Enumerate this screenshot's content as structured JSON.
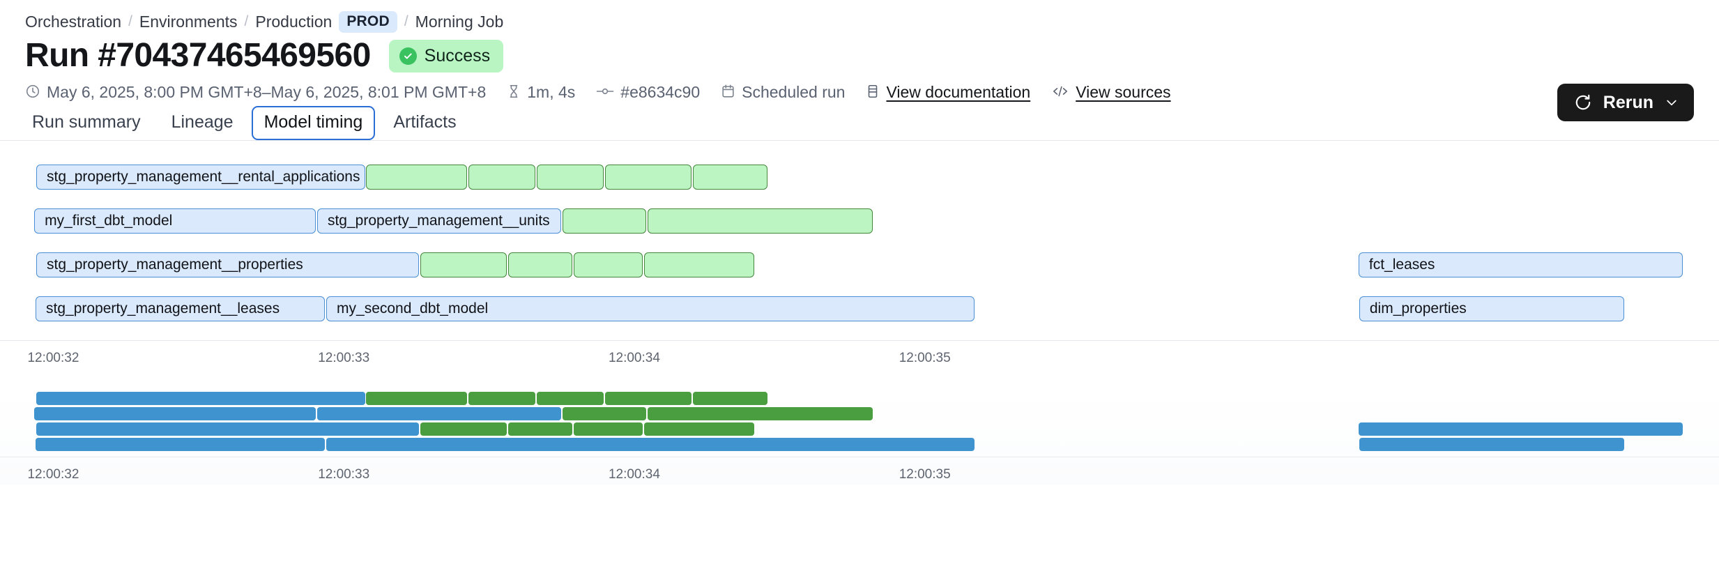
{
  "breadcrumb": {
    "items": [
      {
        "label": "Orchestration",
        "type": "link"
      },
      {
        "label": "Environments",
        "type": "link"
      },
      {
        "label": "Production",
        "type": "link"
      },
      {
        "label": "PROD",
        "type": "tag"
      },
      {
        "label": "Morning Job",
        "type": "link"
      }
    ],
    "separator": "/"
  },
  "header": {
    "title": "Run #70437465469560",
    "status": {
      "label": "Success",
      "color": "#b8f5c3",
      "icon": "check-circle-icon"
    },
    "rerun": {
      "label": "Rerun",
      "icon": "refresh-icon",
      "caret": "chevron-down-icon"
    }
  },
  "meta": {
    "timerange": {
      "icon": "clock-icon",
      "text": "May 6, 2025, 8:00 PM GMT+8–May 6, 2025, 8:01 PM GMT+8"
    },
    "duration": {
      "icon": "hourglass-icon",
      "text": "1m, 4s"
    },
    "commit": {
      "icon": "commit-icon",
      "text": "#e8634c90"
    },
    "trigger": {
      "icon": "calendar-icon",
      "text": "Scheduled run"
    },
    "documentation": {
      "icon": "book-icon",
      "text": "View documentation"
    },
    "sources": {
      "icon": "code-icon",
      "text": "View sources"
    }
  },
  "tabs": [
    {
      "label": "Run summary",
      "active": false
    },
    {
      "label": "Lineage",
      "active": false
    },
    {
      "label": "Model timing",
      "active": true
    },
    {
      "label": "Artifacts",
      "active": false
    }
  ],
  "chart_data": {
    "type": "bar",
    "title": "Model timing",
    "subtype": "gantt-timeline",
    "xlabel": "",
    "ylabel": "",
    "grid": false,
    "legend": null,
    "x_axis": {
      "ticks": [
        "12:00:32",
        "12:00:33",
        "12:00:34",
        "12:00:35"
      ],
      "tick_positions_pct": [
        1.6,
        18.5,
        35.4,
        52.3
      ],
      "range": [
        "12:00:32",
        "12:00:36"
      ]
    },
    "colors": {
      "blue_fill": "#dae9fb",
      "blue_stroke": "#4a8fd4",
      "green_fill": "#bcf5c2",
      "green_stroke": "#45853e",
      "compact_blue": "#3f94cf",
      "compact_green": "#4a9e40"
    },
    "rows": [
      {
        "row": 1,
        "segments": [
          {
            "label": "stg_property_management__rental_applications",
            "type": "blue",
            "x_pct": 2.11,
            "w_pct": 19.12
          },
          {
            "label": "",
            "type": "green",
            "x_pct": 21.29,
            "w_pct": 5.88
          },
          {
            "label": "",
            "type": "green",
            "x_pct": 27.25,
            "w_pct": 3.89
          },
          {
            "label": "",
            "type": "green",
            "x_pct": 31.22,
            "w_pct": 3.89
          },
          {
            "label": "",
            "type": "green",
            "x_pct": 35.19,
            "w_pct": 5.03
          },
          {
            "label": "",
            "type": "green",
            "x_pct": 40.31,
            "w_pct": 4.34
          }
        ]
      },
      {
        "row": 2,
        "segments": [
          {
            "label": "my_first_dbt_model",
            "type": "blue",
            "x_pct": 1.99,
            "w_pct": 16.38
          },
          {
            "label": "stg_property_management__units",
            "type": "blue",
            "x_pct": 18.45,
            "w_pct": 14.18
          },
          {
            "label": "",
            "type": "green",
            "x_pct": 32.72,
            "w_pct": 4.87
          },
          {
            "label": "",
            "type": "green",
            "x_pct": 37.67,
            "w_pct": 13.12
          }
        ]
      },
      {
        "row": 3,
        "segments": [
          {
            "label": "stg_property_management__properties",
            "type": "blue",
            "x_pct": 2.11,
            "w_pct": 22.26
          },
          {
            "label": "",
            "type": "green",
            "x_pct": 24.45,
            "w_pct": 5.03
          },
          {
            "label": "",
            "type": "green",
            "x_pct": 29.56,
            "w_pct": 3.73
          },
          {
            "label": "",
            "type": "green",
            "x_pct": 33.38,
            "w_pct": 4.02
          },
          {
            "label": "",
            "type": "green",
            "x_pct": 37.47,
            "w_pct": 6.41
          },
          {
            "label": "fct_leases",
            "type": "blue",
            "x_pct": 79.03,
            "w_pct": 18.86
          }
        ]
      },
      {
        "row": 4,
        "segments": [
          {
            "label": "stg_property_management__leases",
            "type": "blue",
            "x_pct": 2.07,
            "w_pct": 16.83
          },
          {
            "label": "my_second_dbt_model",
            "type": "blue",
            "x_pct": 18.98,
            "w_pct": 37.71
          },
          {
            "label": "dim_properties",
            "type": "blue",
            "x_pct": 79.07,
            "w_pct": 15.41
          }
        ]
      }
    ],
    "compact_rows": [
      {
        "row": 1,
        "segments": [
          {
            "type": "blue",
            "x_pct": 2.11,
            "w_pct": 19.12
          },
          {
            "type": "green",
            "x_pct": 21.29,
            "w_pct": 5.88
          },
          {
            "type": "green",
            "x_pct": 27.25,
            "w_pct": 3.89
          },
          {
            "type": "green",
            "x_pct": 31.22,
            "w_pct": 3.89
          },
          {
            "type": "green",
            "x_pct": 35.19,
            "w_pct": 5.03
          },
          {
            "type": "green",
            "x_pct": 40.31,
            "w_pct": 4.34
          }
        ]
      },
      {
        "row": 2,
        "segments": [
          {
            "type": "blue",
            "x_pct": 1.99,
            "w_pct": 16.38
          },
          {
            "type": "blue",
            "x_pct": 18.45,
            "w_pct": 14.18
          },
          {
            "type": "green",
            "x_pct": 32.72,
            "w_pct": 4.87
          },
          {
            "type": "green",
            "x_pct": 37.67,
            "w_pct": 13.12
          }
        ]
      },
      {
        "row": 3,
        "segments": [
          {
            "type": "blue",
            "x_pct": 2.11,
            "w_pct": 22.26
          },
          {
            "type": "green",
            "x_pct": 24.45,
            "w_pct": 5.03
          },
          {
            "type": "green",
            "x_pct": 29.56,
            "w_pct": 3.73
          },
          {
            "type": "green",
            "x_pct": 33.38,
            "w_pct": 4.02
          },
          {
            "type": "green",
            "x_pct": 37.47,
            "w_pct": 6.41
          },
          {
            "type": "blue",
            "x_pct": 79.03,
            "w_pct": 18.86
          }
        ]
      },
      {
        "row": 4,
        "segments": [
          {
            "type": "blue",
            "x_pct": 2.07,
            "w_pct": 16.83
          },
          {
            "type": "blue",
            "x_pct": 18.98,
            "w_pct": 37.71
          },
          {
            "type": "blue",
            "x_pct": 79.07,
            "w_pct": 15.41
          }
        ]
      }
    ]
  }
}
